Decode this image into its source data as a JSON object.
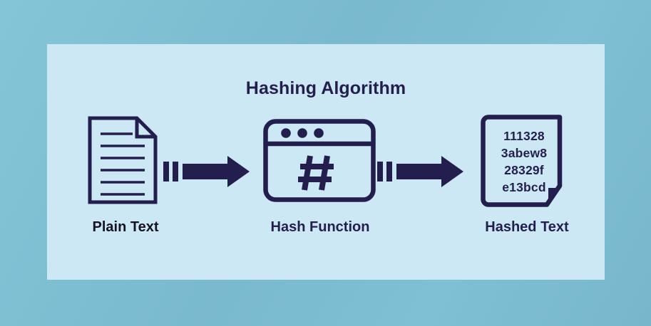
{
  "diagram": {
    "title": "Hashing Algorithm",
    "colors": {
      "outer_background": "#7CBFD4",
      "panel_background": "#CCE8F5",
      "ink": "#241E4E",
      "caption_plain": "#16121F"
    },
    "nodes": [
      {
        "id": "plain-text",
        "caption": "Plain Text",
        "icon": "document-lines-icon"
      },
      {
        "id": "hash-function",
        "caption": "Hash Function",
        "icon": "browser-window-hash-icon",
        "symbol": "#"
      },
      {
        "id": "hashed-text",
        "caption": "Hashed Text",
        "icon": "document-hash-icon",
        "hash_lines": [
          "111328",
          "3abew8",
          "28329f",
          "e13bcd"
        ]
      }
    ],
    "arrows": [
      {
        "id": "arrow-plain-to-hash",
        "direction": "right"
      },
      {
        "id": "arrow-hash-to-hashed",
        "direction": "right"
      }
    ]
  }
}
